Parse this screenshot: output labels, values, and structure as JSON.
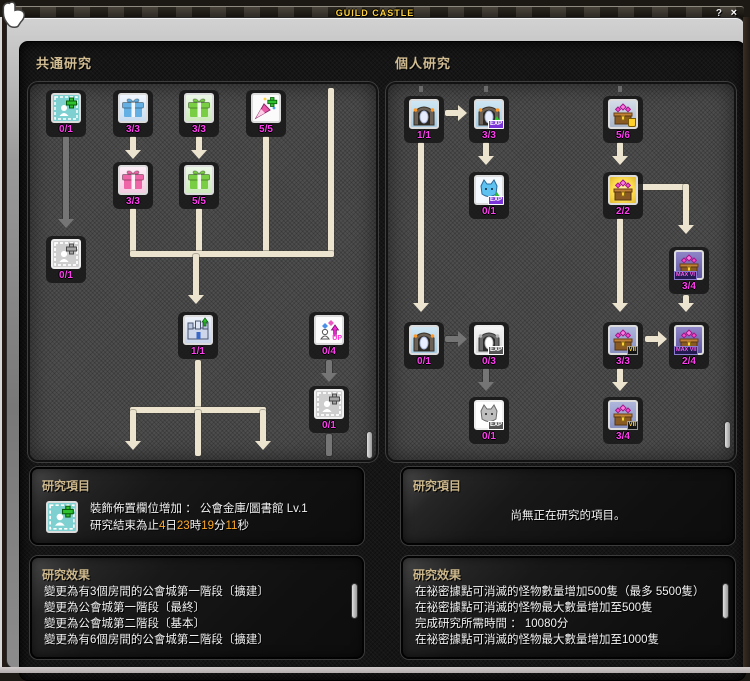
{
  "titlebar": {
    "title": "GUILD CASTLE",
    "help": "?",
    "close": "×"
  },
  "sections": {
    "common_title": "共通研究",
    "personal_title": "個人研究",
    "item_header": "研究項目",
    "effect_header": "研究效果"
  },
  "trees": {
    "common": {
      "nodes": [
        {
          "icon": "decor-slot-plus-icon",
          "count": "0/1"
        },
        {
          "icon": "gift-blue-icon",
          "count": "3/3"
        },
        {
          "icon": "gift-green-icon",
          "count": "3/3"
        },
        {
          "icon": "party-horn-plus-icon",
          "count": "5/5"
        },
        {
          "icon": "gift-pink-icon",
          "count": "3/3"
        },
        {
          "icon": "gift-green-icon",
          "count": "5/5"
        },
        {
          "icon": "decor-slot-locked-icon",
          "count": "0/1"
        },
        {
          "icon": "guild-castle-upgrade-icon",
          "count": "1/1"
        },
        {
          "icon": "member-capacity-up-icon",
          "count": "0/4",
          "badge": "UP"
        },
        {
          "icon": "decor-slot-locked-icon",
          "count": "0/1"
        }
      ]
    },
    "personal": {
      "nodes": [
        {
          "icon": "portal-icon",
          "count": "1/1"
        },
        {
          "icon": "portal-exp-icon",
          "count": "3/3",
          "badge": "EXP"
        },
        {
          "icon": "chest-trophy-icon",
          "count": "5/6"
        },
        {
          "icon": "monster-exp-icon",
          "count": "0/1",
          "badge": "EXP"
        },
        {
          "icon": "chest-glow-icon",
          "count": "2/2"
        },
        {
          "icon": "chest-max-vi-icon",
          "count": "3/4",
          "badge": "MAX VI"
        },
        {
          "icon": "portal-icon",
          "count": "0/1"
        },
        {
          "icon": "portal-exp-locked-icon",
          "count": "0/3",
          "badge": "EXP"
        },
        {
          "icon": "chest-vii-icon",
          "count": "3/3",
          "badge": "VII"
        },
        {
          "icon": "chest-max-vii-icon",
          "count": "2/4",
          "badge": "MAX VII"
        },
        {
          "icon": "wolf-exp-locked-icon",
          "count": "0/1",
          "badge": "EXP"
        },
        {
          "icon": "chest-vii-icon",
          "count": "3/4",
          "badge": "VII"
        }
      ]
    }
  },
  "research_item": {
    "left": {
      "line1": "裝飾佈置欄位增加 ： 公會金庫/圖書館 Lv.1",
      "prefix": "研究結束為止",
      "timer": {
        "d": "4",
        "d_unit": "日",
        "h": "23",
        "h_unit": "時",
        "m": "19",
        "m_unit": "分",
        "s": "11",
        "s_unit": "秒"
      }
    },
    "right": {
      "empty": "尚無正在研究的項目。"
    }
  },
  "research_effect": {
    "left_lines": [
      "變更為有3個房間的公會城第一階段〔擴建〕",
      "變更為公會城第一階段〔最終〕",
      "變更為公會城第二階段〔基本〕",
      "變更為有6個房間的公會城第二階段〔擴建〕"
    ],
    "right_lines": [
      "在祕密據點可消滅的怪物數量增加500隻（最多 5500隻）",
      "在祕密據點可消滅的怪物最大數量增加至500隻",
      "完成研究所需時間 ： 10080分",
      "在祕密據點可消滅的怪物最大數量增加至1000隻"
    ]
  },
  "colors": {
    "count_magenta": "#ff3cf0",
    "timer_orange": "#ffa928",
    "title_yellow": "#ffd23c",
    "line_cream": "#ece4cf",
    "header_tan": "#cdb88c"
  }
}
